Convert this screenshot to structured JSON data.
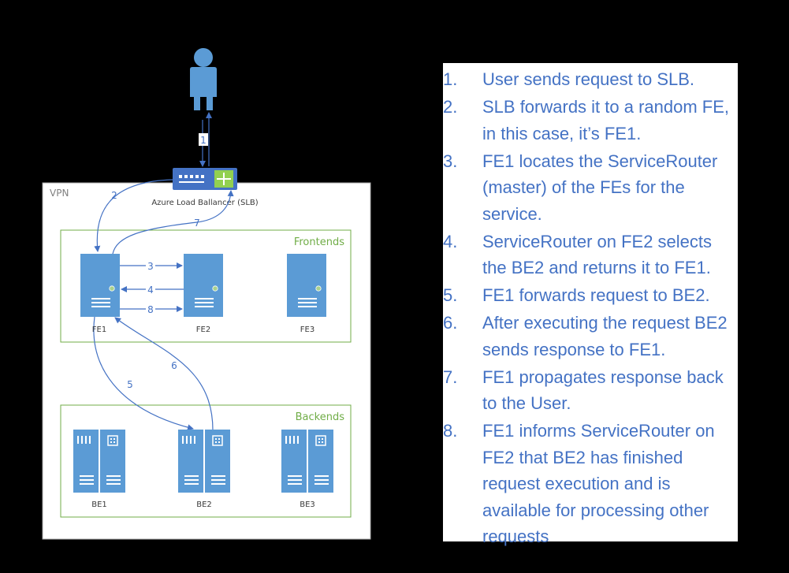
{
  "diagram": {
    "vpn_label": "VPN",
    "slb_label": "Azure Load Ballancer (SLB)",
    "frontends_title": "Frontends",
    "backends_title": "Backends",
    "frontends": [
      "FE1",
      "FE2",
      "FE3"
    ],
    "backends": [
      "BE1",
      "BE2",
      "BE3"
    ],
    "arrow_labels": [
      "1",
      "2",
      "3",
      "4",
      "5",
      "6",
      "7",
      "8"
    ],
    "colors": {
      "accent": "#4472c4",
      "server": "#5b9bd5",
      "group_border": "#70ad47",
      "status_dot": "#a9d18e"
    }
  },
  "steps": [
    {
      "num": "1.",
      "text": "User sends request to SLB."
    },
    {
      "num": "2.",
      "text": "SLB forwards it to a random FE, in this case, it’s FE1."
    },
    {
      "num": "3.",
      "text": "FE1 locates the ServiceRouter (master) of the FEs for the service."
    },
    {
      "num": "4.",
      "text": "ServiceRouter on FE2 selects the BE2 and returns it to FE1."
    },
    {
      "num": "5.",
      "text": "FE1 forwards request to BE2."
    },
    {
      "num": "6.",
      "text": "After executing the request BE2 sends response to FE1."
    },
    {
      "num": "7.",
      "text": "FE1 propagates response back to the User."
    },
    {
      "num": "8.",
      "text": "FE1 informs ServiceRouter on FE2 that BE2 has finished request execution and is available for processing other requests"
    }
  ]
}
